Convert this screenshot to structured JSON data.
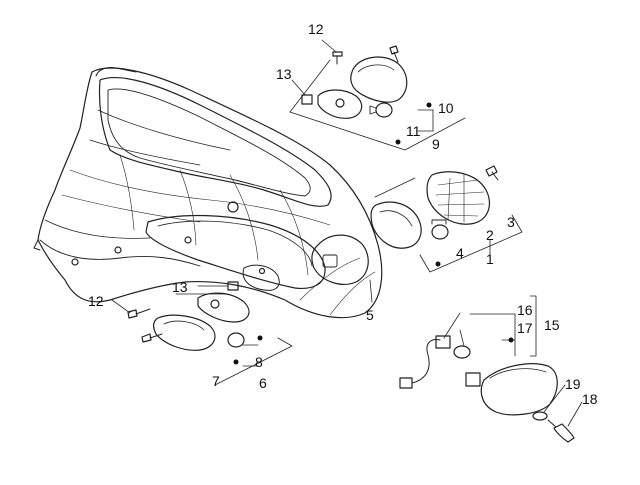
{
  "diagram": {
    "callouts": {
      "c1": "1",
      "c2": "2",
      "c3": "3",
      "c4": "4",
      "c5": "5",
      "c6": "6",
      "c7": "7",
      "c8": "8",
      "c9": "9",
      "c10": "10",
      "c11": "11",
      "c12_top": "12",
      "c12_left": "12",
      "c13_top": "13",
      "c13_mid": "13",
      "c15": "15",
      "c16": "16",
      "c17": "17",
      "c18": "18",
      "c19": "19"
    }
  }
}
